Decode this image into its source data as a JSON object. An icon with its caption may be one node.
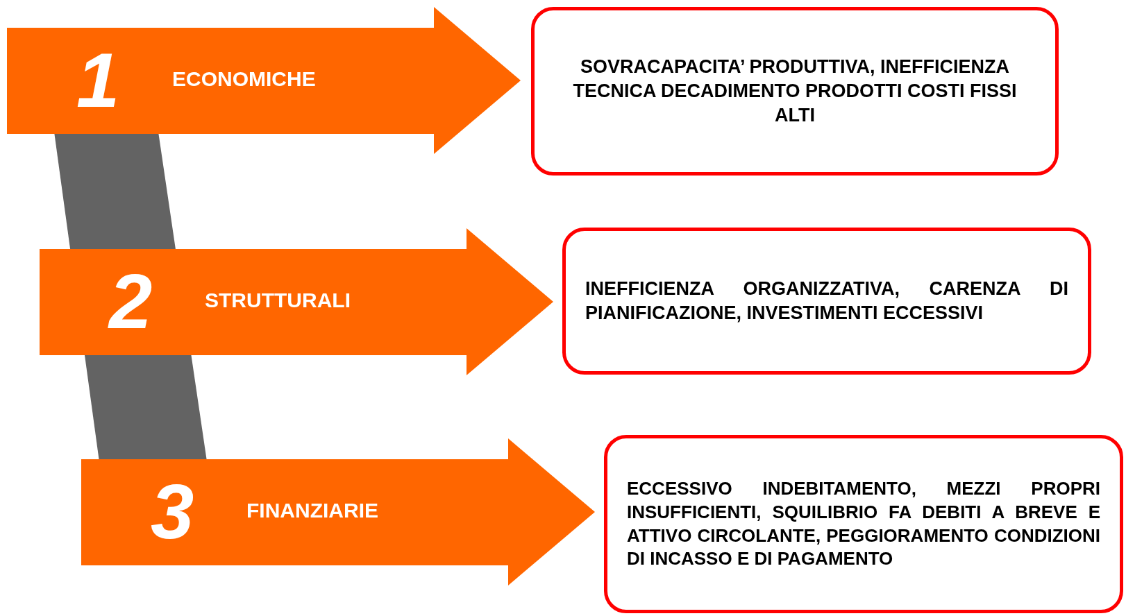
{
  "diagram": {
    "nodes": [
      {
        "text": [
          "1",
          "ECONOMICHE"
        ]
      },
      {
        "text": [
          "SOVRACAPACITA’ PRODUTTIVA, INEFFICIENZA TECNICA DECADIMENTO PRODOTTI COSTI FISSI ALTI"
        ]
      },
      {
        "text": [
          "2",
          "STRUTTURALI"
        ]
      },
      {
        "text": [
          "INEFFICIENZA ORGANIZZATIVA, CARENZA DI PIANIFICAZIONE, INVESTIMENTI ECCESSIVI"
        ]
      },
      {
        "text": [
          "3",
          "FINANZIARIE"
        ]
      },
      {
        "text": [
          "ECCESSIVO INDEBITAMENTO, MEZZI PROPRI INSUFFICIENTI, SQUILIBRIO FA DEBITI A BREVE E ATTIVO CIRCOLANTE, PEGGIORAMENTO CONDIZIONI DI INCASSO E DI PAGAMENTO"
        ]
      }
    ]
  }
}
